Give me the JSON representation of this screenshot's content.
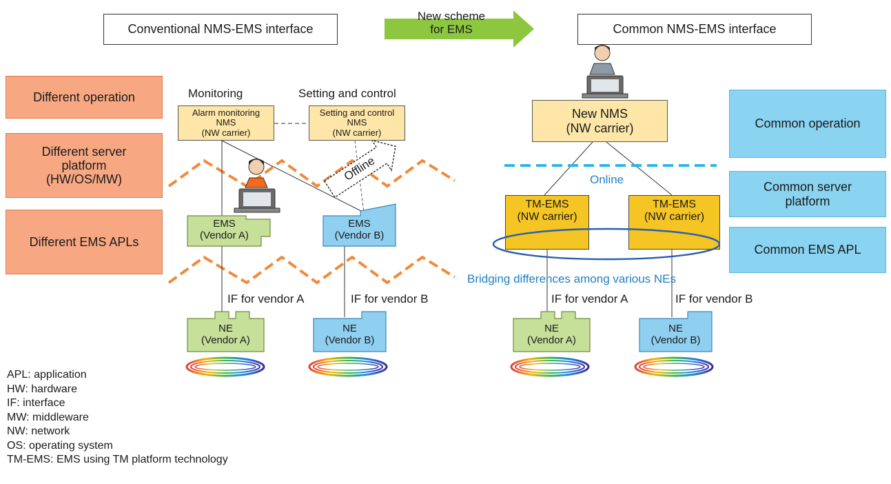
{
  "headers": {
    "conventional": "Conventional NMS-EMS interface",
    "common": "Common NMS-EMS interface",
    "arrow_label": [
      "New scheme",
      "for EMS"
    ]
  },
  "left_categories": [
    "Different operation",
    "Different server platform (HW/OS/MW)",
    "Different EMS APLs"
  ],
  "left_category_lines": {
    "server": [
      "Different server",
      "platform",
      "(HW/OS/MW)"
    ]
  },
  "right_categories": {
    "operation": "Common operation",
    "server": [
      "Common server",
      "platform"
    ],
    "apl": "Common EMS APL"
  },
  "conventional": {
    "monitoring_label": "Monitoring",
    "setting_label": "Setting and control",
    "alarm_nms": [
      "Alarm monitoring",
      "NMS",
      "(NW carrier)"
    ],
    "setting_nms": [
      "Setting and control",
      "NMS",
      "(NW carrier)"
    ],
    "offline_label": "Offline",
    "ems_a": [
      "EMS",
      "(Vendor A)"
    ],
    "ems_b": [
      "EMS",
      "(Vendor B)"
    ],
    "if_a": "IF for vendor A",
    "if_b": "IF for vendor B",
    "ne_a": [
      "NE",
      "(Vendor A)"
    ],
    "ne_b": [
      "NE",
      "(Vendor B)"
    ]
  },
  "common": {
    "new_nms": [
      "New NMS",
      "(NW carrier)"
    ],
    "online_label": "Online",
    "tm_ems": [
      "TM-EMS",
      "(NW carrier)"
    ],
    "bridging_label": "Bridging differences among various NEs",
    "if_a": "IF for vendor A",
    "if_b": "IF for vendor B",
    "ne_a": [
      "NE",
      "(Vendor A)"
    ],
    "ne_b": [
      "NE",
      "(Vendor B)"
    ]
  },
  "legend": [
    "APL: application",
    "HW: hardware",
    "IF: interface",
    "MW: middleware",
    "NW: network",
    "OS: operating system",
    "TM-EMS: EMS using TM platform technology"
  ],
  "colors": {
    "orange_box": "#f7a882",
    "blue_box": "#8ad3f1",
    "nms_fill": "#fde6a8",
    "tm_fill": "#f5c523",
    "vendor_a_green": "#c6e09a",
    "vendor_b_blue": "#8fd0f0",
    "zigzag_orange": "#f08a3c",
    "online_dash": "#2db6e3",
    "bridge_ellipse": "#2b5fae",
    "arrow_green": "#8dc63f"
  },
  "icons": [
    "operator-person-icon",
    "ring-network-icon"
  ]
}
